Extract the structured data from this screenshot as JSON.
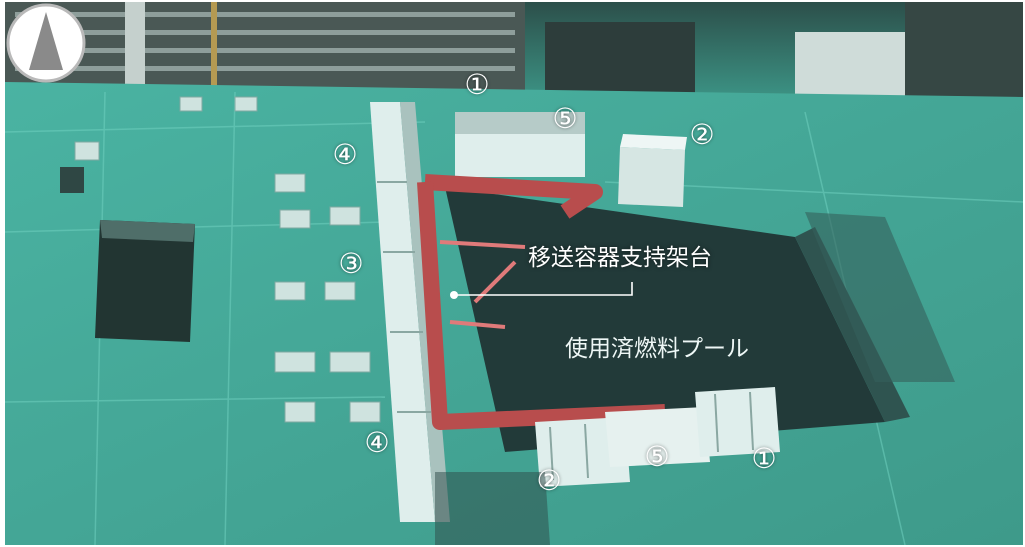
{
  "image": {
    "description_colors": {
      "floor": "#43a898",
      "pool": "#223a39",
      "support_frame": "#b84d4d",
      "wall": "#e4efed"
    }
  },
  "labels": {
    "support_frame": "移送容器支持架台",
    "pool": "使用済燃料プール"
  },
  "markers": [
    {
      "id": "1a",
      "text": "①"
    },
    {
      "id": "5a",
      "text": "⑤"
    },
    {
      "id": "2a",
      "text": "②"
    },
    {
      "id": "4a",
      "text": "④"
    },
    {
      "id": "3a",
      "text": "③"
    },
    {
      "id": "4b",
      "text": "④"
    },
    {
      "id": "2b",
      "text": "②"
    },
    {
      "id": "5b",
      "text": "⑤"
    },
    {
      "id": "1b",
      "text": "①"
    }
  ],
  "compass": {
    "icon": "north-arrow-icon"
  }
}
